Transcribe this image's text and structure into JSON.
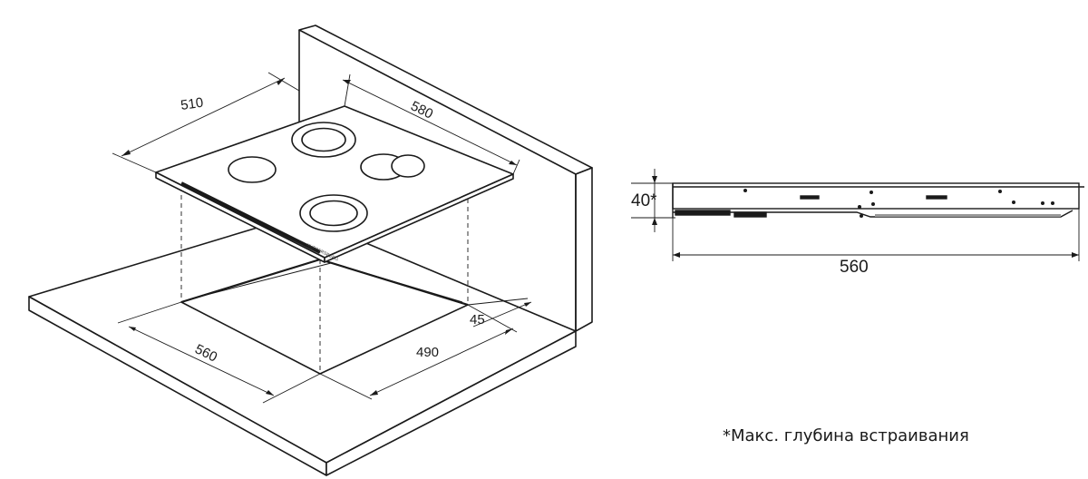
{
  "iso_view": {
    "dim_hob_depth": "510",
    "dim_hob_width": "580",
    "dim_cutout_width": "560",
    "dim_cutout_depth": "490",
    "dim_wall_offset": "45"
  },
  "side_view": {
    "dim_height": "40*",
    "dim_width": "560"
  },
  "footnote": "*Макс. глубина встраивания",
  "colors": {
    "line": "#1a1a1a",
    "fill": "#ffffff"
  }
}
